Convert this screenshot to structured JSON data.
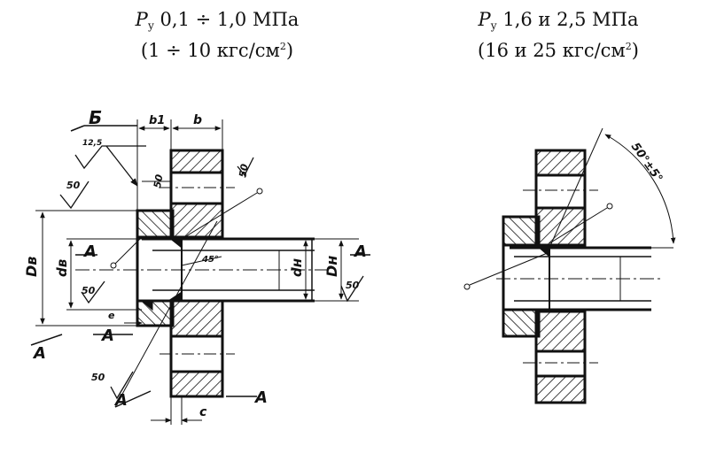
{
  "left_heading": {
    "pressure_symbol": "P",
    "pressure_subscript": "у",
    "line1_rest": " 0,1 ÷ 1,0 МПа",
    "line2_main": "(1 ÷ 10 кгс/см",
    "line2_sup": "2",
    "line2_close": ")"
  },
  "right_heading": {
    "pressure_symbol": "P",
    "pressure_subscript": "у",
    "line1_rest": " 1,6 и 2,5 МПа",
    "line2_main": "(16 и 25 кгс/см",
    "line2_sup": "2",
    "line2_close": ")"
  },
  "labels": {
    "view_b": "Б",
    "dim_b1": "b1",
    "dim_b": "b",
    "roughness_125": "12,5",
    "roughness_50": "50",
    "dim_Dv": "Dв",
    "dim_dv": "dв",
    "dim_dn": "dн",
    "dim_Dn": "Dн",
    "section_a": "А",
    "dim_e": "е",
    "dim_c": "с",
    "angle_45": "45°",
    "angle_50": "50°±5°"
  }
}
